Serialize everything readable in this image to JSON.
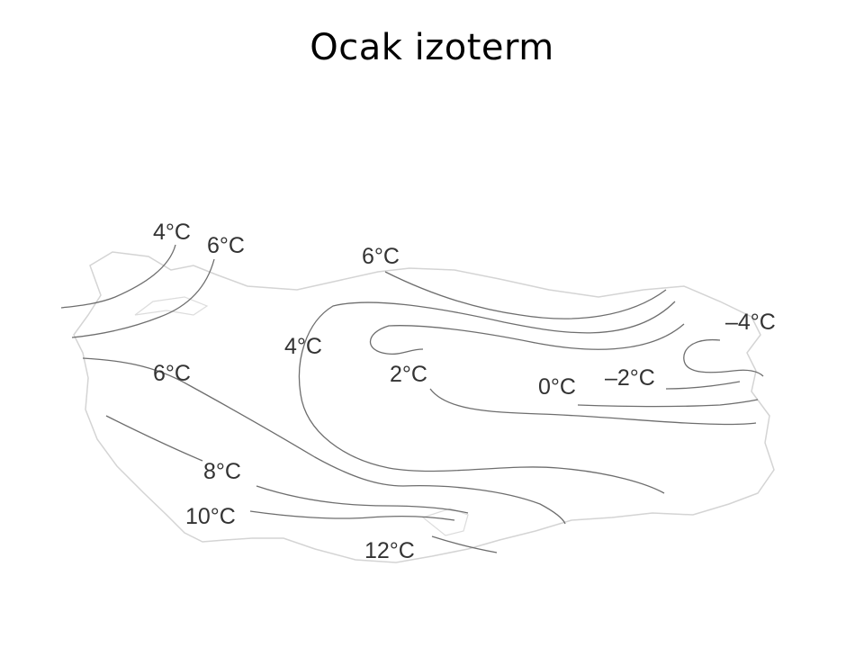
{
  "slide": {
    "title": "Ocak izoterm"
  },
  "map": {
    "colors": {
      "outline": "#d4d4d4",
      "isotherm": "#6e6e6e",
      "label": "#333333"
    },
    "isotherm_labels": {
      "west_4": "4°C",
      "west_6": "6°C",
      "north_6": "6°C",
      "central_4": "4°C",
      "central_2": "2°C",
      "aegean_6": "6°C",
      "south_8": "8°C",
      "south_10": "10°C",
      "south_12": "12°C",
      "east_0": "0°C",
      "east_minus2": "–2°C",
      "east_minus4": "–4°C"
    }
  }
}
